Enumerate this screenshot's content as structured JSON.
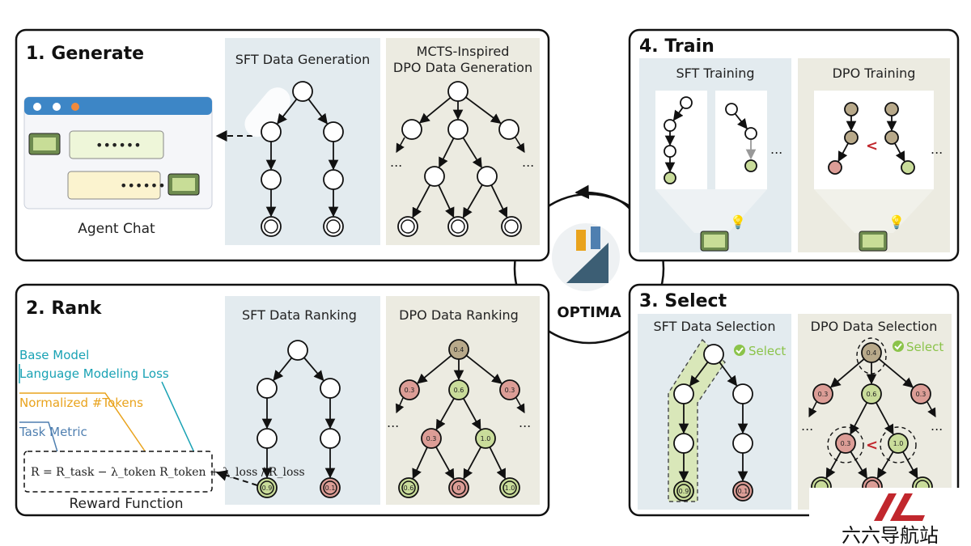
{
  "panels": {
    "generate": {
      "title": "1. Generate",
      "caption": "Agent Chat",
      "chat_bubble": "••••••",
      "sft_label": "SFT Data Generation",
      "dpo_label_1": "MCTS-Inspired",
      "dpo_label_2": "DPO Data Generation"
    },
    "rank": {
      "title": "2. Rank",
      "caption": "Reward Function",
      "sft_label": "SFT Data Ranking",
      "dpo_label": "DPO Data Ranking",
      "reward_terms": [
        "Base Model",
        "Language Modeling Loss",
        "Normalized #Tokens",
        "Task Metric"
      ],
      "formula": "R = R_task − λ_token R_token + λ_loss / R_loss",
      "sft_leaf_scores": [
        "0.9",
        "0.1"
      ],
      "dpo_scores": [
        "0.4",
        "0.3",
        "0.6",
        "0.3",
        "0.3",
        "1.0",
        "0.6",
        "0",
        "1.0"
      ]
    },
    "select": {
      "title": "3. Select",
      "sft_label": "SFT Data Selection",
      "dpo_label": "DPO Data Selection",
      "select_text": "Select",
      "sft_leaf_scores": [
        "0.9",
        "0.1"
      ],
      "dpo_scores": [
        "0.4",
        "0.3",
        "0.6",
        "0.3",
        "0.3",
        "1.0"
      ]
    },
    "train": {
      "title": "4. Train",
      "sft_label": "SFT Training",
      "dpo_label": "DPO Training"
    }
  },
  "center": {
    "label": "OPTIMA"
  },
  "ellipsis": "...",
  "less_than": "<",
  "watermark": {
    "text": "六六导航站"
  },
  "colors": {
    "blue_panel": "#e3ebef",
    "beige_panel": "#ecebe1",
    "green_node": "#c9dc9a",
    "red_node": "#dc9d96",
    "teal_text": "#19a2b4",
    "orange_text": "#e9a31d",
    "blue_text": "#4f7fb0",
    "select_green": "#8bc34a"
  }
}
